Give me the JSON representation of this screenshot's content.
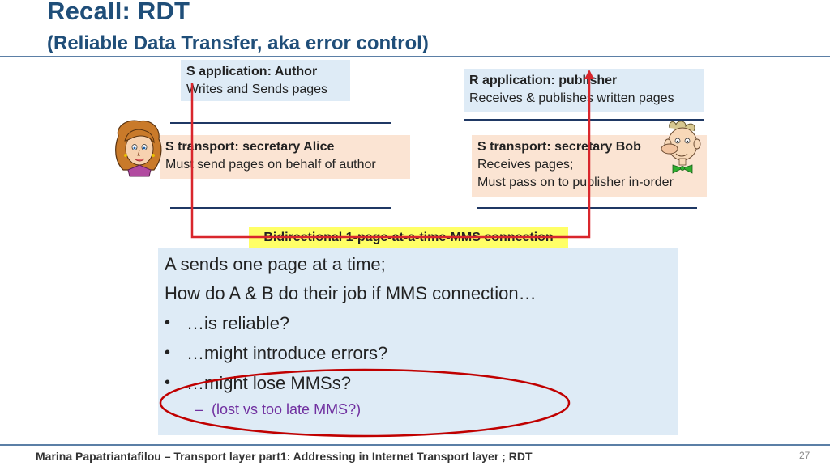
{
  "slide": {
    "title": "Recall: RDT",
    "subtitle": "(Reliable Data Transfer, aka error control)",
    "page_number": "27"
  },
  "boxes": {
    "s_app": {
      "head": "S application:  Author",
      "body": "Writes and Sends pages"
    },
    "r_app": {
      "head": "R application:  publisher",
      "body": "Receives & publishes written pages"
    },
    "s_transport": {
      "head": "S transport: secretary Alice",
      "body": "Must send pages on behalf of author"
    },
    "r_transport": {
      "head": "S transport: secretary Bob",
      "body1": "Receives  pages;",
      "body2": "Must pass on to publisher in-order"
    }
  },
  "connection_label": "Bidirectional 1-page-at-a-time-MMS connection",
  "content": {
    "line1": "A sends one page at a time;",
    "line2": "How do A & B  do their job  if MMS connection…",
    "bullets": [
      "…is reliable?",
      "…might introduce errors?",
      "…might lose MMSs?"
    ],
    "bullet_symbol": "•",
    "sub_dash": "–",
    "sub_item": "(lost vs too late MMS?)"
  },
  "footer": "Marina Papatriantafilou –  Transport layer part1: Addressing in Internet Transport layer ; RDT",
  "colors": {
    "title": "#1f4e79",
    "arrow": "#d9262c",
    "ellipse": "#c00000",
    "highlight": "#ffff66",
    "subitem": "#7030a0"
  },
  "icons": {
    "alice": "alice-cartoon-icon",
    "bob": "bob-cartoon-icon"
  }
}
